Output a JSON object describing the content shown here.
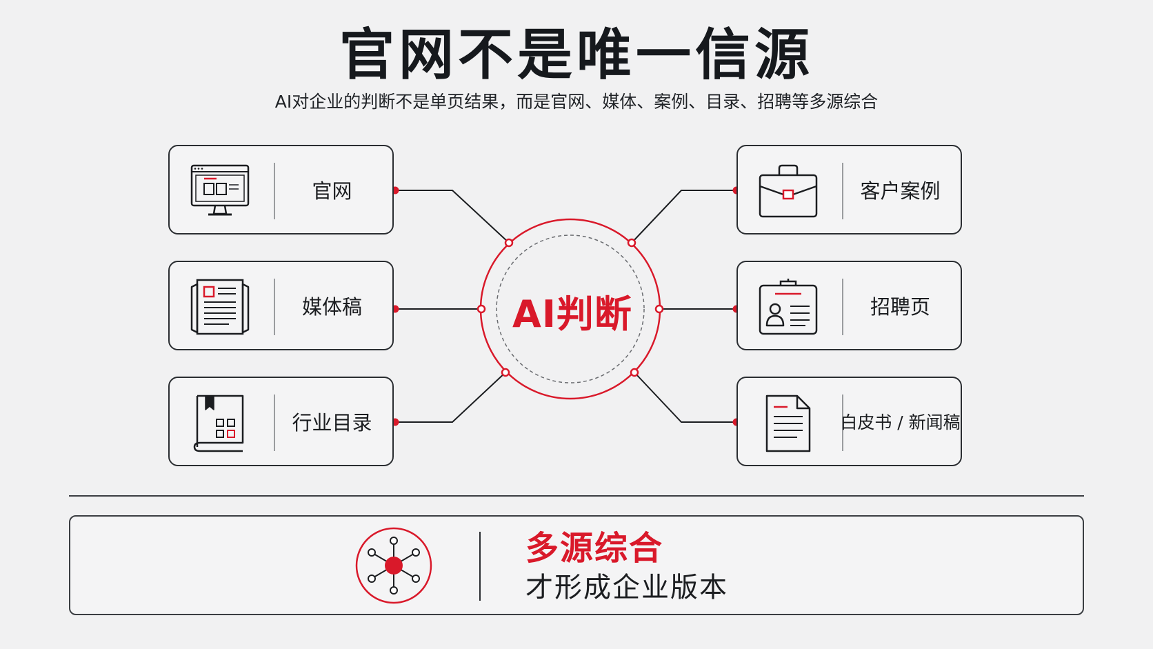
{
  "header": {
    "title": "官网不是唯一信源",
    "subtitle": "AI对企业的判断不是单页结果，而是官网、媒体、案例、目录、招聘等多源综合"
  },
  "hub": {
    "label": "AI判断"
  },
  "sources": {
    "left": [
      {
        "label": "官网",
        "icon": "monitor-website-icon"
      },
      {
        "label": "媒体稿",
        "icon": "newspaper-icon"
      },
      {
        "label": "行业目录",
        "icon": "directory-book-icon"
      }
    ],
    "right": [
      {
        "label": "客户案例",
        "icon": "briefcase-icon"
      },
      {
        "label": "招聘页",
        "icon": "id-badge-icon"
      },
      {
        "label": "白皮书 / 新闻稿",
        "icon": "document-icon"
      }
    ]
  },
  "summary": {
    "title": "多源综合",
    "subtitle": "才形成企业版本",
    "icon": "network-hub-icon"
  },
  "colors": {
    "accent": "#d9192a",
    "ink": "#1b1d20",
    "background": "#f1f1f2"
  }
}
